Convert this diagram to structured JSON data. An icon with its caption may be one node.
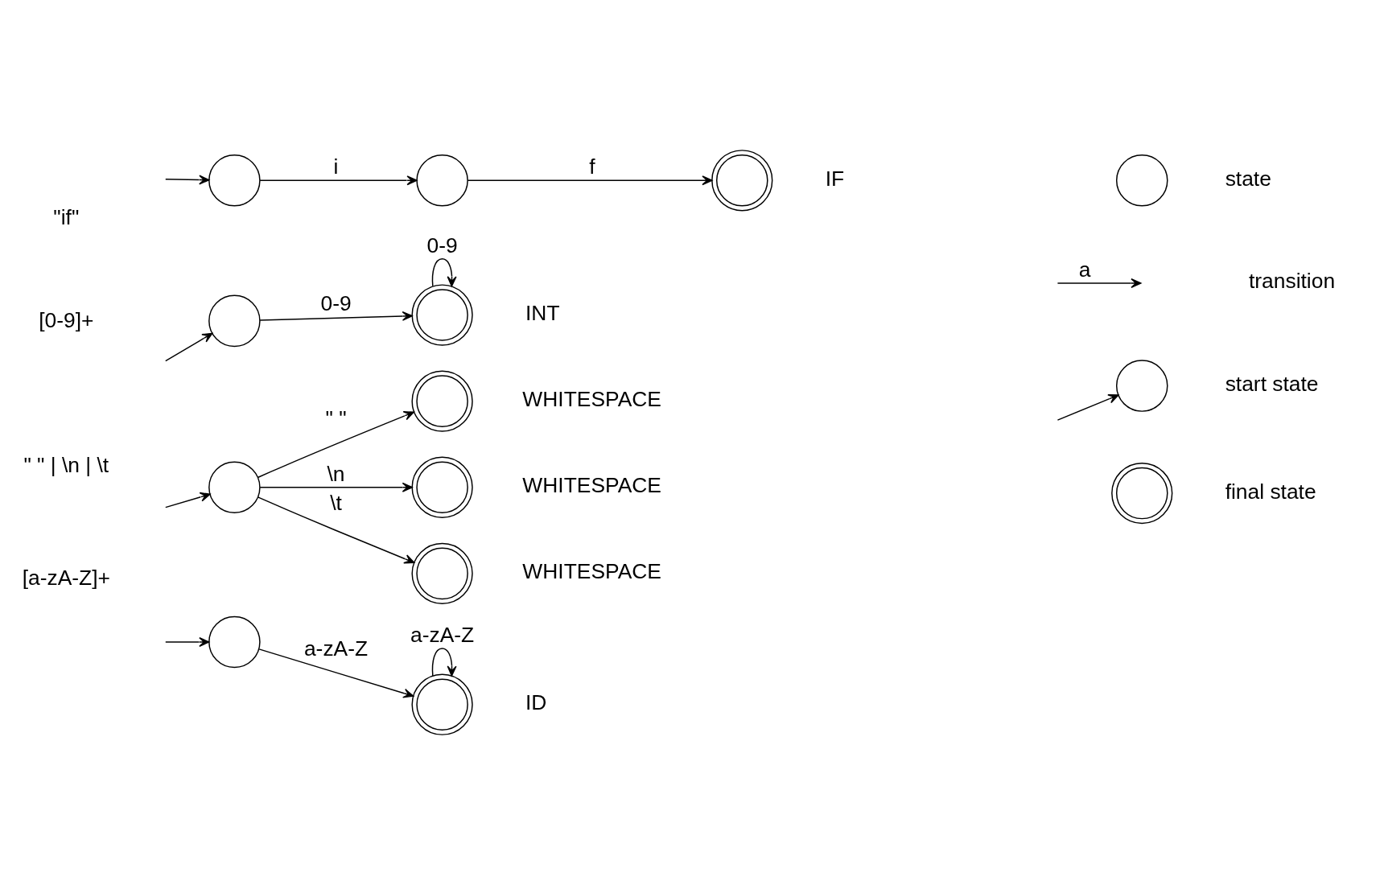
{
  "diagram": {
    "nodes": [
      {
        "text": [],
        "shape": "circle"
      },
      {
        "text": [],
        "shape": "circle"
      },
      {
        "text": [],
        "shape": "doublecircle",
        "beside": [
          "IF"
        ]
      },
      {
        "text": [],
        "shape": "circle"
      },
      {
        "text": [],
        "shape": "doublecircle",
        "beside": [
          "INT"
        ]
      },
      {
        "text": [],
        "shape": "circle"
      },
      {
        "text": [],
        "shape": "doublecircle",
        "beside": [
          "WHITESPACE"
        ]
      },
      {
        "text": [],
        "shape": "doublecircle",
        "beside": [
          "WHITESPACE"
        ]
      },
      {
        "text": [],
        "shape": "doublecircle",
        "beside": [
          "WHITESPACE"
        ]
      },
      {
        "text": [],
        "shape": "circle"
      },
      {
        "text": [],
        "shape": "doublecircle",
        "beside": [
          "ID"
        ]
      },
      {
        "text": [],
        "shape": "circle",
        "beside": [
          "state"
        ]
      },
      {
        "text": [],
        "shape": "circle",
        "beside": [
          "start state"
        ]
      },
      {
        "text": [],
        "shape": "doublecircle",
        "beside": [
          "final state"
        ]
      }
    ],
    "edges": [
      {
        "from": null,
        "to": 0,
        "arrow": "to"
      },
      {
        "from": 0,
        "to": 1,
        "label": "i",
        "arrow": "to"
      },
      {
        "from": 1,
        "to": 2,
        "label": "f",
        "arrow": "to"
      },
      {
        "from": null,
        "to": 3,
        "arrow": "to"
      },
      {
        "from": 3,
        "to": 4,
        "label": "0-9",
        "arrow": "to"
      },
      {
        "from": 4,
        "to": 4,
        "label": "0-9",
        "arrow": "to"
      },
      {
        "from": null,
        "to": 5,
        "arrow": "to"
      },
      {
        "from": 5,
        "to": 6,
        "label": "\" \"",
        "arrow": "to"
      },
      {
        "from": 5,
        "to": 7,
        "label": "\\n",
        "arrow": "to"
      },
      {
        "from": 5,
        "to": 8,
        "label": "\\t",
        "arrow": "to"
      },
      {
        "from": null,
        "to": 9,
        "arrow": "to"
      },
      {
        "from": 9,
        "to": 10,
        "label": "a-zA-Z",
        "arrow": "to"
      },
      {
        "from": 10,
        "to": 10,
        "label": "a-zA-Z",
        "arrow": "to"
      },
      {
        "from": null,
        "to": 12,
        "arrow": "to"
      }
    ],
    "labels": [
      "\"if\"",
      "[0-9]+",
      "\" \" | \\n | \\t",
      "[a-zA-Z]+",
      "a"
    ],
    "legend": [
      {
        "text": "transition"
      }
    ]
  }
}
